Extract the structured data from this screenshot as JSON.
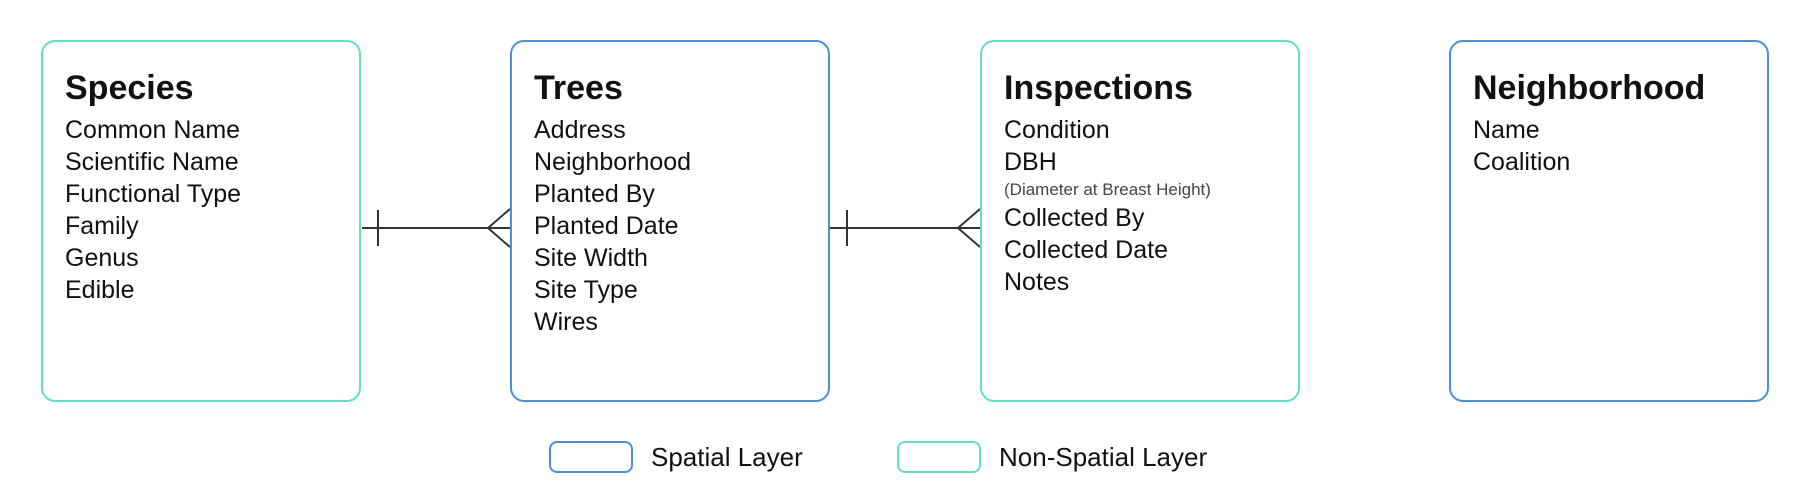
{
  "entities": {
    "species": {
      "title": "Species",
      "layer": "non-spatial",
      "fields": [
        "Common Name",
        "Scientific Name",
        "Functional Type",
        "Family",
        "Genus",
        "Edible"
      ]
    },
    "trees": {
      "title": "Trees",
      "layer": "spatial",
      "fields": [
        "Address",
        "Neighborhood",
        "Planted By",
        "Planted Date",
        "Site Width",
        "Site Type",
        "Wires"
      ]
    },
    "inspections": {
      "title": "Inspections",
      "layer": "non-spatial",
      "fields": [
        "Condition",
        "DBH"
      ],
      "dbh_note": "(Diameter at Breast Height)",
      "fields_after_note": [
        "Collected By",
        "Collected Date",
        "Notes"
      ]
    },
    "neighborhood": {
      "title": "Neighborhood",
      "layer": "spatial",
      "fields": [
        "Name",
        "Coalition"
      ]
    }
  },
  "relationships": [
    {
      "from": "species",
      "to": "trees",
      "from_cardinality": "one",
      "to_cardinality": "many"
    },
    {
      "from": "trees",
      "to": "inspections",
      "from_cardinality": "one",
      "to_cardinality": "many"
    }
  ],
  "legend": {
    "spatial_label": "Spatial Layer",
    "nonspatial_label": "Non-Spatial Layer"
  },
  "colors": {
    "spatial_border": "#4a90d9",
    "nonspatial_border": "#5ee0c4",
    "connector": "#333333"
  }
}
